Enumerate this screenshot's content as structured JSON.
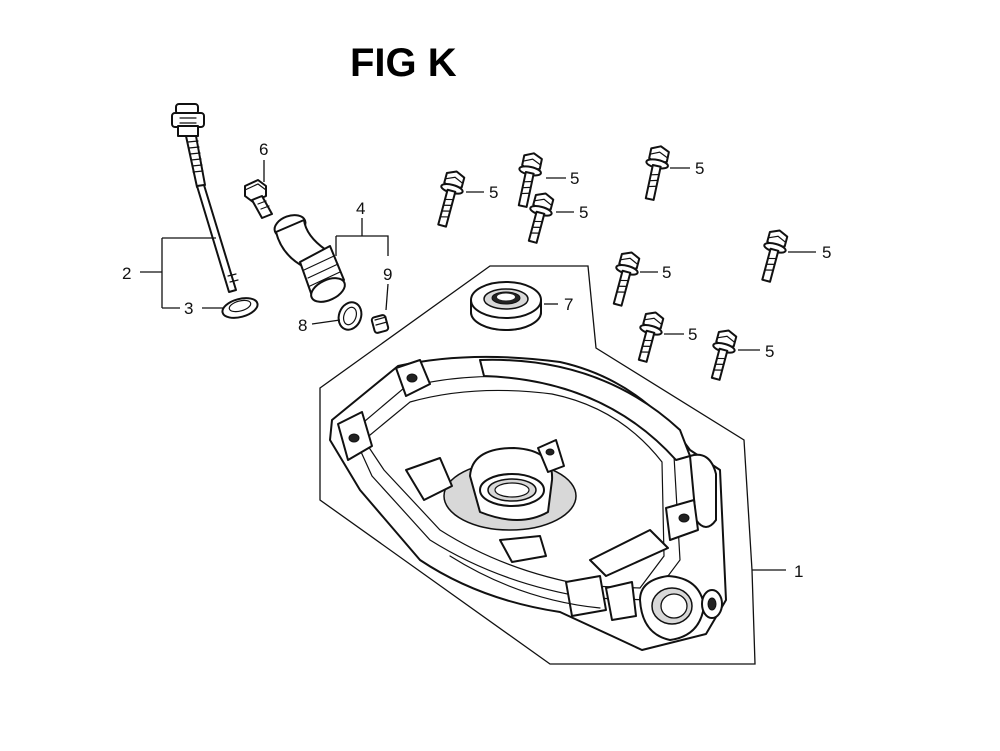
{
  "figure": {
    "title": "FIG K"
  },
  "callouts": {
    "c1": "1",
    "c2": "2",
    "c3": "3",
    "c4": "4",
    "c5": "5",
    "c6": "6",
    "c7": "7",
    "c8": "8",
    "c9": "9"
  },
  "colors": {
    "ink": "#111111",
    "background": "#ffffff"
  }
}
